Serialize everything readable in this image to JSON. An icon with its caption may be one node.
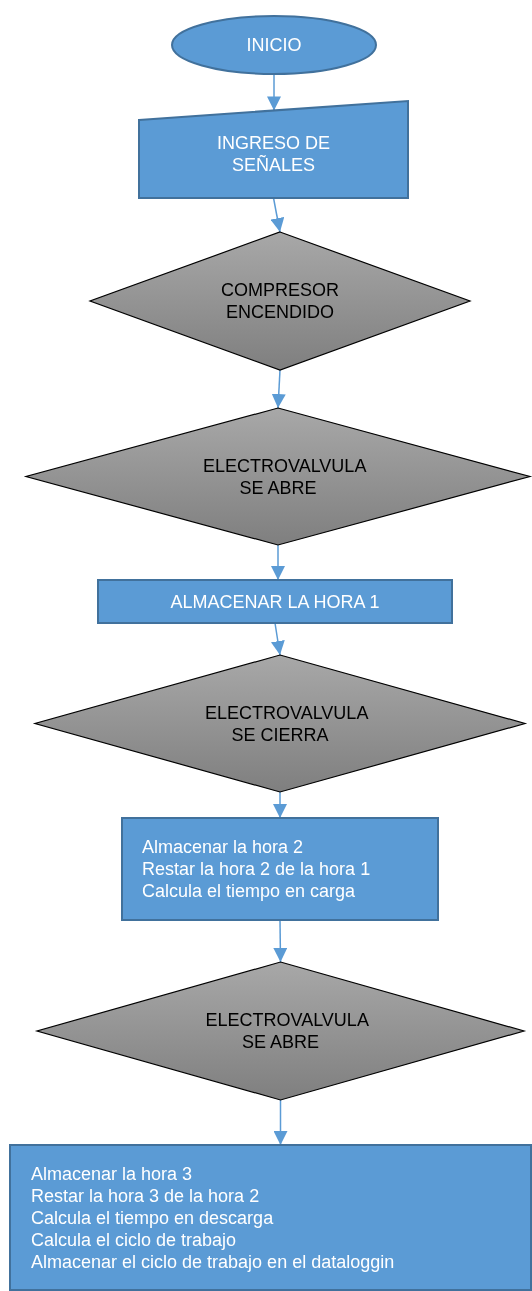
{
  "diagram": {
    "nodes": [
      {
        "text": [
          "INICIO"
        ]
      },
      {
        "text": [
          "INGRESO DE SEÑALES"
        ]
      },
      {
        "text": [
          "COMPRESOR ENCENDIDO"
        ]
      },
      {
        "text": [
          "ELECTROVALVULA SE ABRE"
        ]
      },
      {
        "text": [
          "ALMACENAR LA HORA 1"
        ]
      },
      {
        "text": [
          "ELECTROVALVULA SE CIERRA"
        ]
      },
      {
        "text": [
          "Almacenar la hora 2",
          "Restar la hora 2 de la hora 1",
          "Calcula el tiempo en carga"
        ]
      },
      {
        "text": [
          "ELECTROVALVULA SE ABRE"
        ]
      },
      {
        "text": [
          "Almacenar la hora 3",
          "Restar la hora 3 de la hora 2",
          "Calcula el tiempo en descarga",
          "Calcula el ciclo de trabajo",
          "Almacenar el ciclo de trabajo en el dataloggin"
        ]
      }
    ],
    "edges": [
      {
        "from": 0,
        "to": 1,
        "arrow": "to"
      },
      {
        "from": 1,
        "to": 2,
        "arrow": "to"
      },
      {
        "from": 2,
        "to": 3,
        "arrow": "to"
      },
      {
        "from": 3,
        "to": 4,
        "arrow": "to"
      },
      {
        "from": 4,
        "to": 5,
        "arrow": "to"
      },
      {
        "from": 5,
        "to": 6,
        "arrow": "to"
      },
      {
        "from": 6,
        "to": 7,
        "arrow": "to"
      },
      {
        "from": 7,
        "to": 8,
        "arrow": "to"
      }
    ]
  }
}
